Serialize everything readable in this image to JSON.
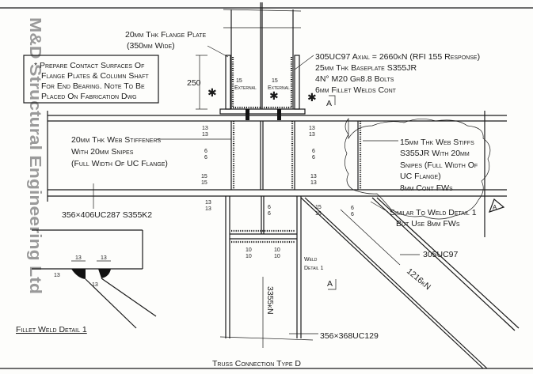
{
  "title": "Truss Connection Type D",
  "watermark": "M&D Structural Engineering Ltd",
  "flange_plate": {
    "line1": "20mm Thk Flange Plate",
    "line2": "(350mm Wide)"
  },
  "bearing_note": [
    "* Prepare Contact Surfaces Of",
    "Flange Plates & Column Shaft",
    "For End Bearing. Note To Be",
    "Placed On Fabrication Dwg"
  ],
  "dim_250": "250",
  "upper_column_note": [
    "305UC97 Axial = 2660kN (RFI 155 Response)",
    "25mm Thk Baseplate S355JR",
    "4N° M20 Gr8.8 Bolts",
    "6mm Fillet Welds Cont"
  ],
  "external_label": "External",
  "section_mark": "A",
  "web_stiffeners_note": [
    "20mm Thk Web Stiffeners",
    "With 20mm Snipes",
    "(Full Width Of UC Flange)"
  ],
  "right_stiffs_note": [
    "15mm Thk Web Stiffs",
    "S355JR With 20mm",
    "Snipes (Full Width Of",
    "UC Flange)",
    "8mm Cont FWs"
  ],
  "similar_note": [
    "Similar To Weld Detail 1",
    "But Use 8mm FWs"
  ],
  "chord_section": "356×406UC287 S355K2",
  "diagonal_section": "305UC97",
  "diagonal_force": "1216kN",
  "weld_detail_ref": [
    "Weld",
    "Detail 1"
  ],
  "lower_column_force": "3355kN",
  "lower_column_section": "356×368UC129",
  "fillet_detail_title": "Fillet Weld Detail 1",
  "weld_sizes": {
    "w13": "13",
    "w15": "15",
    "w6": "6",
    "w10": "10"
  }
}
